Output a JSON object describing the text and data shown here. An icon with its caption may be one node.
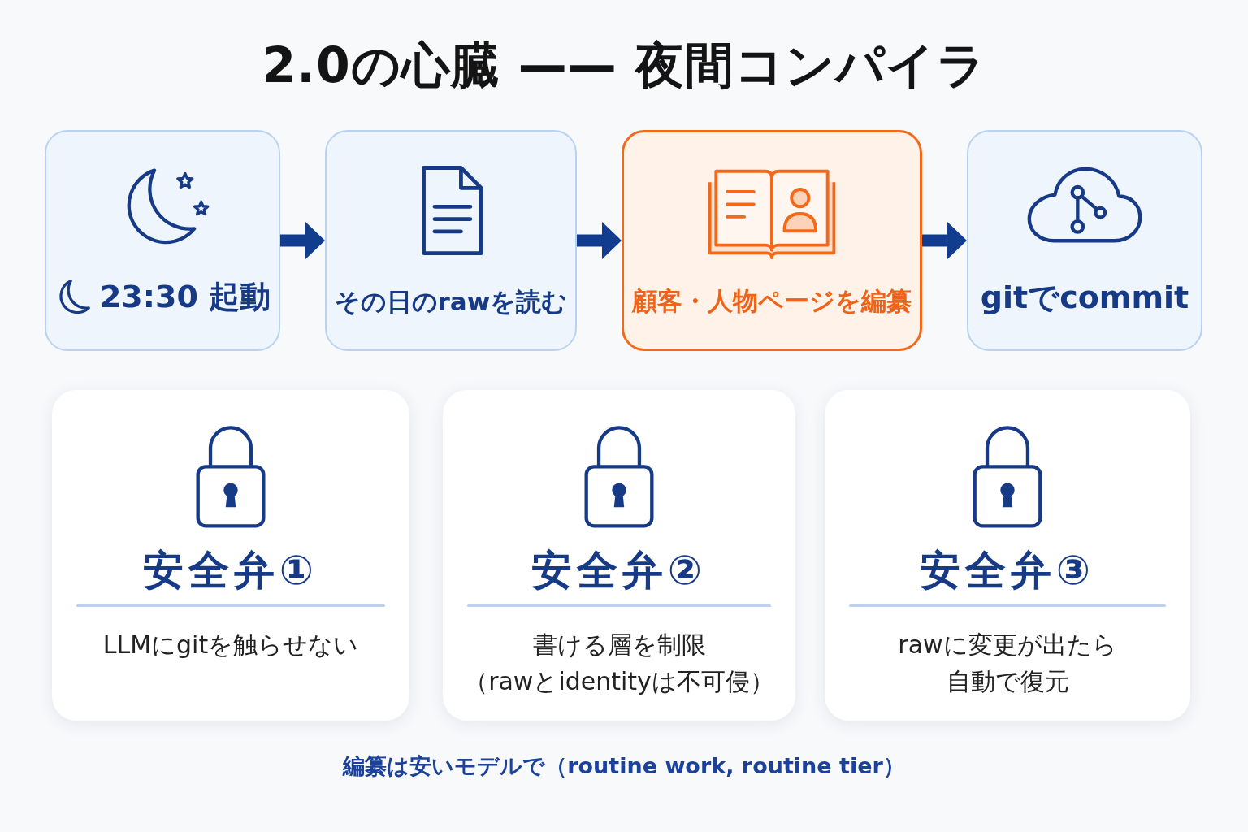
{
  "diagram": {
    "title": "2.0の心臓 —— 夜間コンパイラ",
    "nodes": [
      {
        "text": [
          "23:30 起動"
        ]
      },
      {
        "text": [
          "その日のrawを読む"
        ]
      },
      {
        "text": [
          "顧客・人物ページを編纂"
        ]
      },
      {
        "text": [
          "gitでcommit"
        ]
      },
      {
        "text": [
          "安全弁①",
          "LLMにgitを触らせない"
        ]
      },
      {
        "text": [
          "安全弁②",
          "書ける層を制限（rawとidentityは不可侵）"
        ]
      },
      {
        "text": [
          "安全弁③",
          "rawに変更が出たら自動で復元"
        ]
      }
    ],
    "edges": [
      {
        "from": 0,
        "to": 1,
        "arrow": "to"
      },
      {
        "from": 1,
        "to": 2,
        "arrow": "to"
      },
      {
        "from": 2,
        "to": 3,
        "arrow": "to"
      }
    ],
    "caption": "編纂は安いモデルで（routine work, routine tier）"
  }
}
